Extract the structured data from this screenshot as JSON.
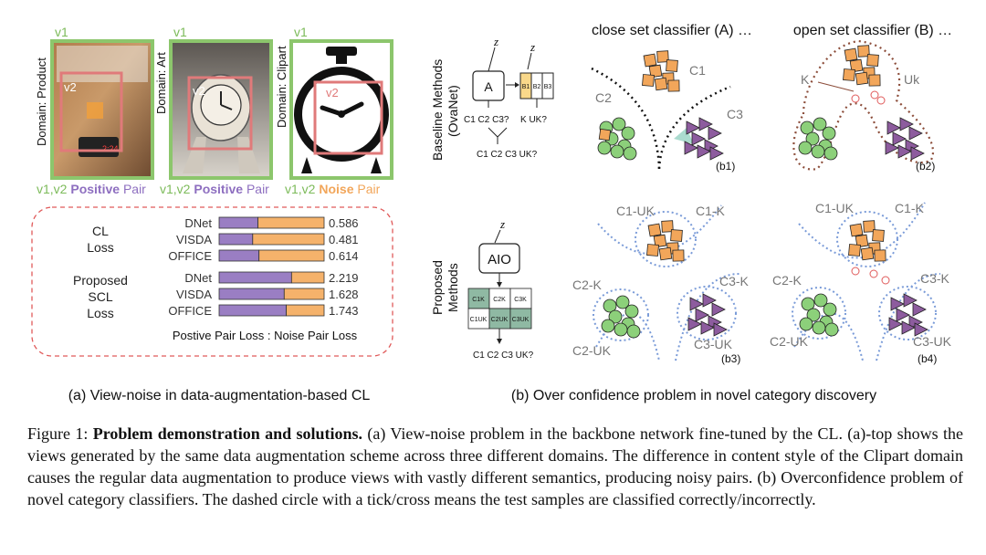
{
  "panel_a": {
    "image_labels": {
      "v1": "v1",
      "v2": "v2"
    },
    "domains": [
      "Domain: Product",
      "Domain: Art",
      "Domain: Clipart"
    ],
    "pairs": [
      {
        "prefix": "v1,v2 ",
        "kind": "Positive",
        "suffix": " Pair"
      },
      {
        "prefix": "v1,v2 ",
        "kind": "Positive",
        "suffix": " Pair"
      },
      {
        "prefix": "v1,v2 ",
        "kind": "Noise",
        "suffix": " Pair"
      }
    ],
    "clock_text": "2:24",
    "loss_box": {
      "cl_label_1": "CL",
      "cl_label_2": "Loss",
      "scl_label_1": "Proposed",
      "scl_label_2": "SCL",
      "scl_label_3": "Loss",
      "footer": "Postive Pair Loss : Noise Pair Loss",
      "colors": {
        "positive": "#9a7ec3",
        "noise": "#f5b26b"
      },
      "cl_bars": [
        {
          "name": "DNet",
          "positive_fraction": 0.37,
          "value": "0.586"
        },
        {
          "name": "VISDA",
          "positive_fraction": 0.32,
          "value": "0.481"
        },
        {
          "name": "OFFICE",
          "positive_fraction": 0.38,
          "value": "0.614"
        }
      ],
      "scl_bars": [
        {
          "name": "DNet",
          "positive_fraction": 0.69,
          "value": "2.219"
        },
        {
          "name": "VISDA",
          "positive_fraction": 0.62,
          "value": "1.628"
        },
        {
          "name": "OFFICE",
          "positive_fraction": 0.64,
          "value": "1.743"
        }
      ]
    },
    "caption": "(a) View-noise in data-augmentation-based CL"
  },
  "panel_b": {
    "baseline_label_1": "Baseline Methods",
    "baseline_label_2": "(OvaNet)",
    "proposed_label_1": "Proposed",
    "proposed_label_2": "Methods",
    "z": "z",
    "box_a": "A",
    "box_b_cells": [
      "B1",
      "B2",
      "B3"
    ],
    "baseline_out_a": "C1 C2 C3?",
    "baseline_out_b": "K UK?",
    "baseline_final": "C1 C2 C3 UK?",
    "aio_label": "AIO",
    "aio_grid": [
      [
        "C1K",
        "C2K",
        "C3K"
      ],
      [
        "C1UK",
        "C2UK",
        "C3UK"
      ]
    ],
    "aio_out": "C1 C2 C3 UK?",
    "close_title": "close set classifier (A) …",
    "open_title": "open set classifier (B) …",
    "b1": {
      "C1": "C1",
      "C2": "C2",
      "C3": "C3",
      "tag": "(b1)"
    },
    "b2": {
      "K": "K",
      "Uk": "Uk",
      "tag": "(b2)"
    },
    "b3": {
      "C1UK": "C1-UK",
      "C1K": "C1-K",
      "C2K": "C2-K",
      "C3K": "C3-K",
      "C2UK": "C2-UK",
      "C3UK": "C3-UK",
      "tag": "(b3)"
    },
    "b4": {
      "C1UK": "C1-UK",
      "C1K": "C1-K",
      "C2K": "C2-K",
      "C3K": "C3-K",
      "C2UK": "C2-UK",
      "C3UK": "C3-UK",
      "tag": "(b4)"
    },
    "caption": "(b) Over confidence problem in novel category discovery"
  },
  "figure_caption": {
    "label": "Figure 1: ",
    "bold": "Problem demonstration and solutions.",
    "text": " (a) View-noise problem in the backbone network fine-tuned by the CL. (a)-top shows the views generated by the same data augmentation scheme across three different domains. The difference in content style of the Clipart domain causes the regular data augmentation to produce views with vastly different semantics, producing noisy pairs. (b) Overconfidence problem of novel category classifiers. The dashed circle with a tick/cross means the test samples are classified correctly/incorrectly."
  }
}
